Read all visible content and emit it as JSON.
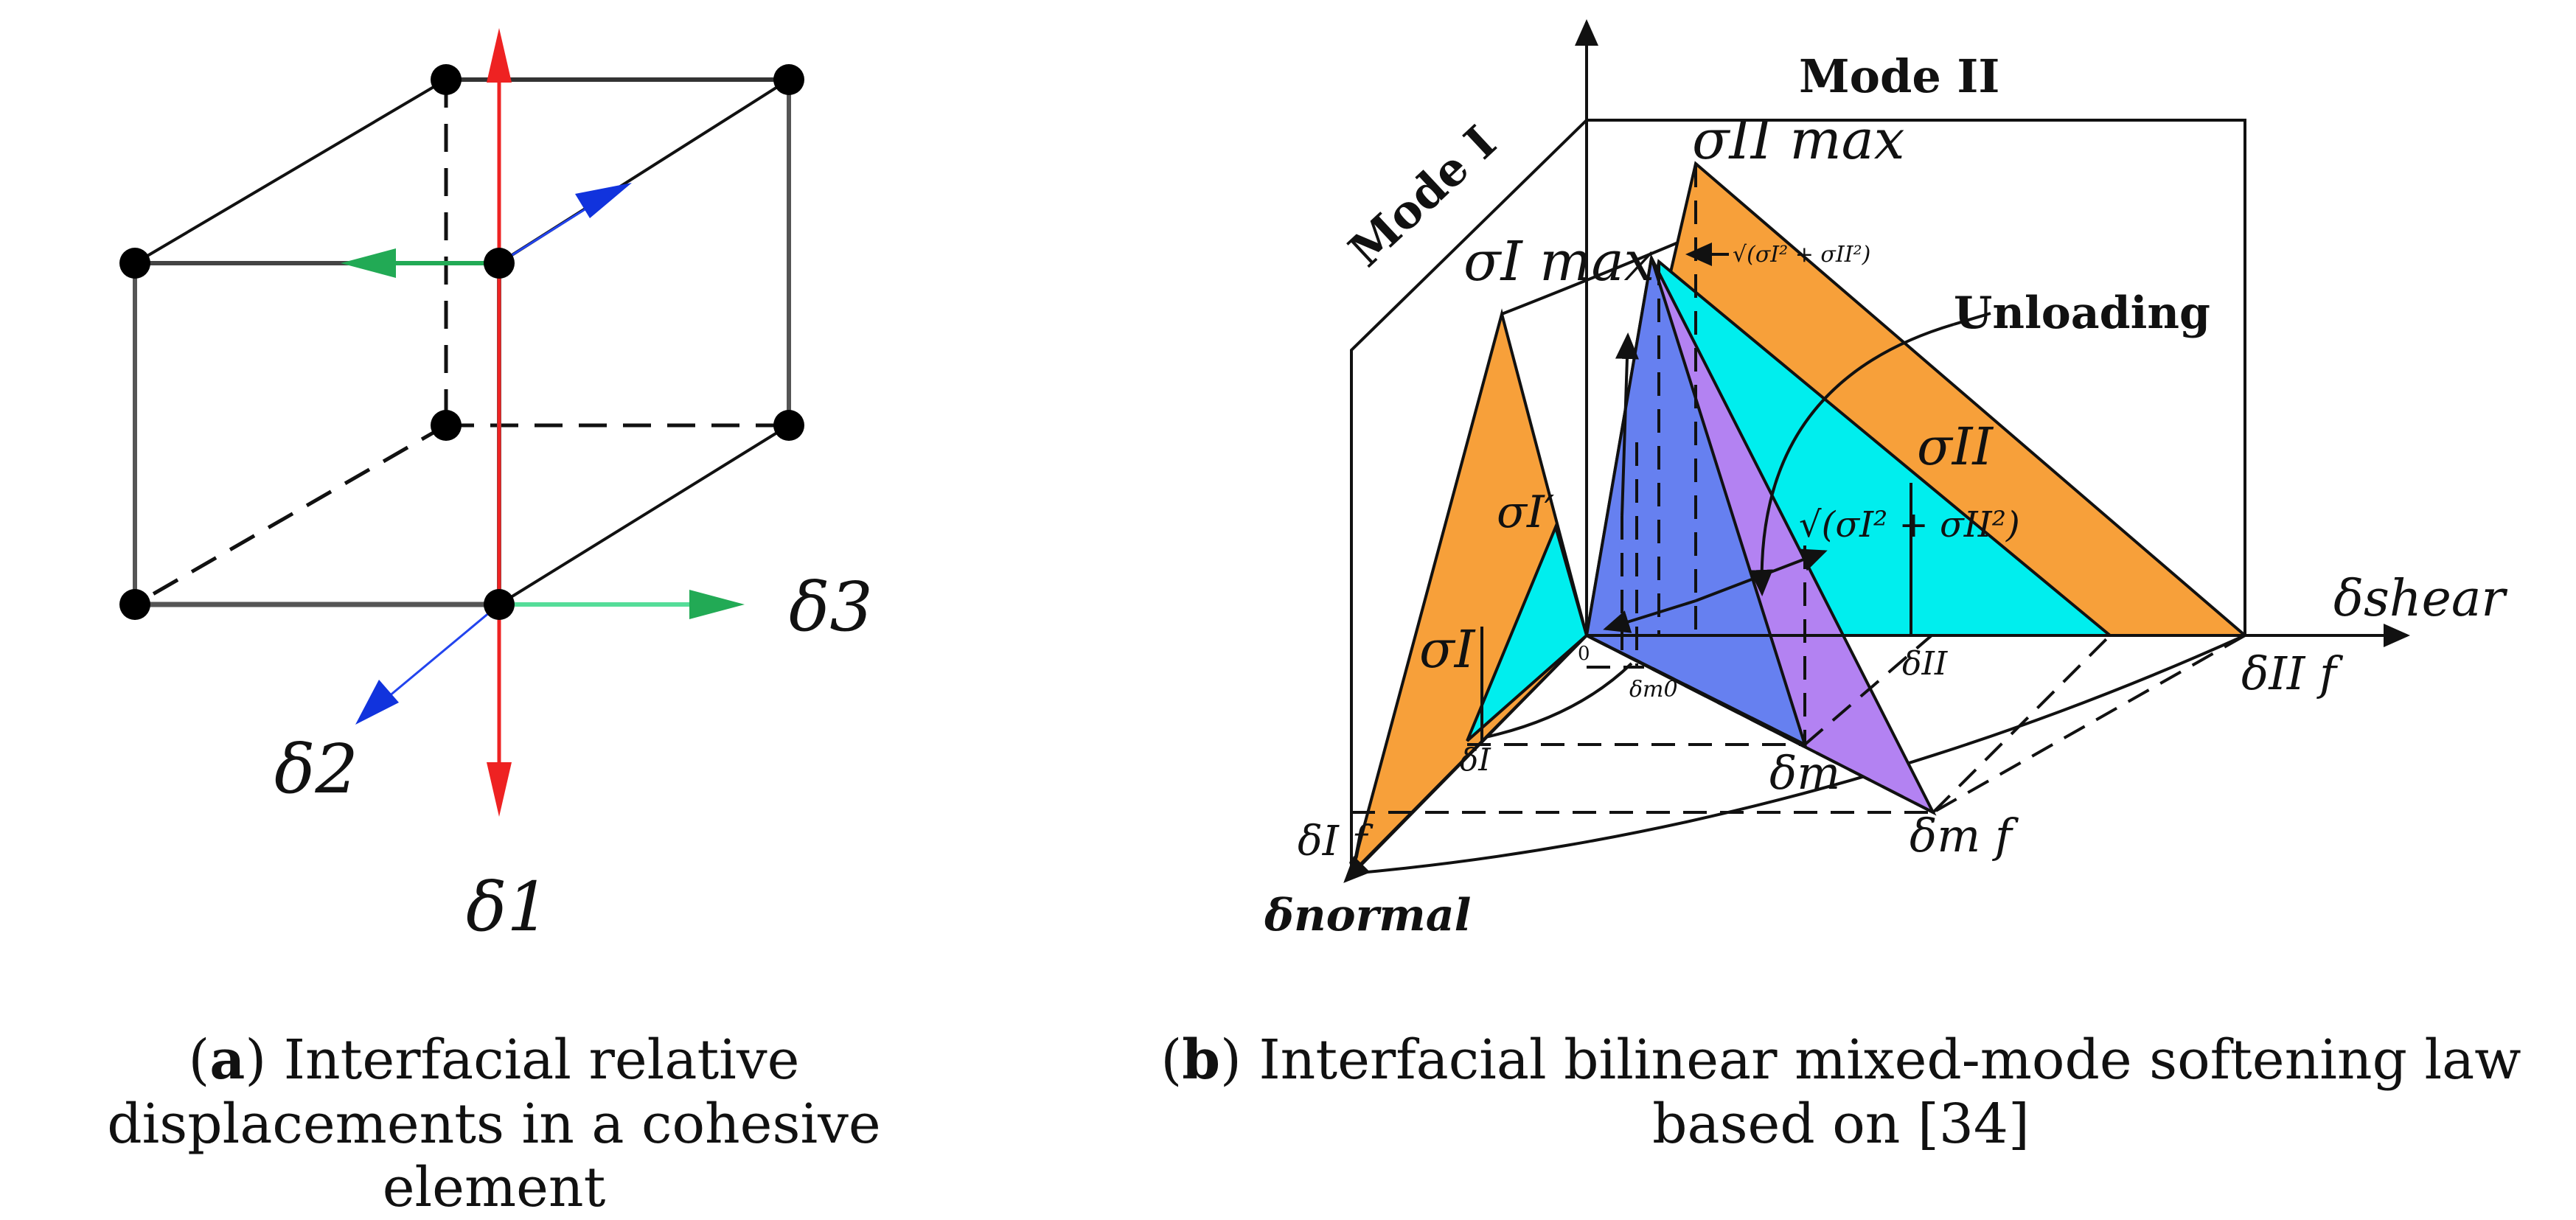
{
  "panel_a": {
    "caption_letter": "a",
    "caption_text": "Interfacial relative displacements in a cohesive element",
    "axis_labels": {
      "d1": "δ1",
      "d2": "δ2",
      "d3": "δ3"
    },
    "colors": {
      "delta1": "#ee2222",
      "delta2": "#1133dd",
      "delta3": "#22aa55"
    }
  },
  "panel_b": {
    "caption_letter": "b",
    "caption_text": "Interfacial bilinear mixed-mode softening law based on [34]",
    "mode_I": "Mode I",
    "mode_II": "Mode II",
    "unloading": "Unloading",
    "sigma_I_max": "σI max",
    "sigma_II_max": "σII max",
    "sigma_I": "σI",
    "sigma_II": "σII",
    "sigma_I_prime": "σI′",
    "sqrt_label_top": "√(σI² + σII²)",
    "sqrt_label_mid": "√(σI² + σII²)",
    "origin": "0",
    "delta_shear": "δshear",
    "delta_normal": "δnormal",
    "delta_II": "δII",
    "delta_II_f": "δII f",
    "delta_I": "δI",
    "delta_I_f": "δI f",
    "delta_m": "δm",
    "delta_m0": "δm0",
    "delta_m_f": "δm f",
    "colors": {
      "orange": "#f7a03a",
      "cyan": "#00eeee",
      "blue": "#6680f0",
      "purple": "#b382f2"
    }
  }
}
